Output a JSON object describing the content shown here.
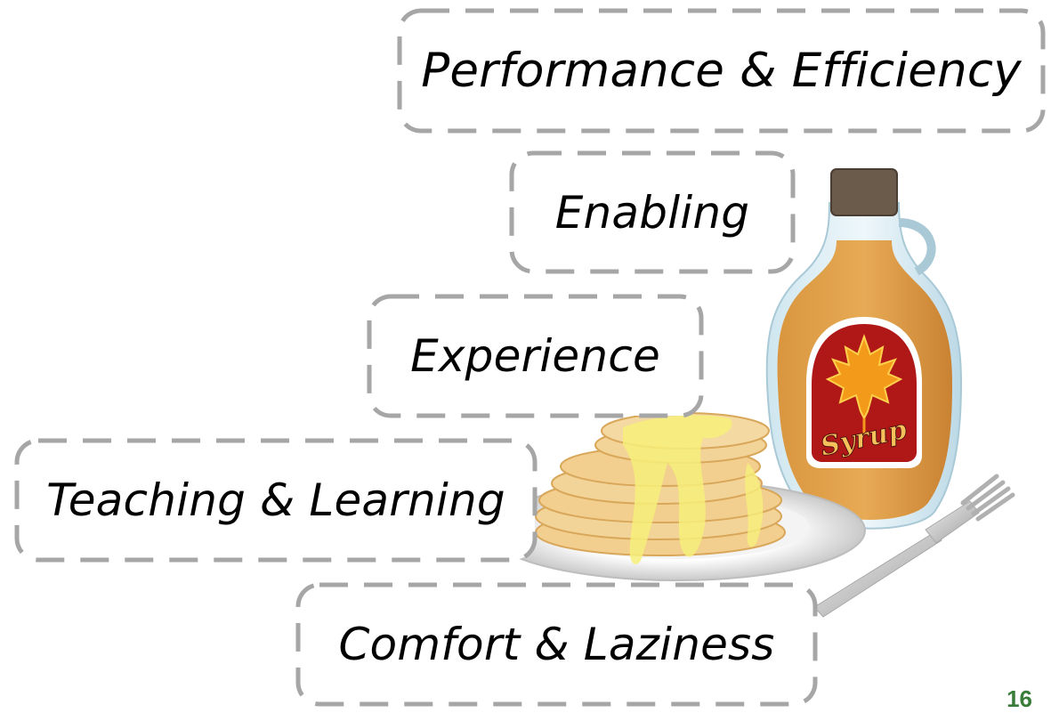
{
  "stack": {
    "items": [
      {
        "label": "Performance & Efficiency"
      },
      {
        "label": "Enabling"
      },
      {
        "label": "Experience"
      },
      {
        "label": "Teaching & Learning"
      },
      {
        "label": "Comfort & Laziness"
      }
    ],
    "border_color": "#a6a6a6"
  },
  "illustration": {
    "bottle_label": "Syrup",
    "icons": [
      "syrup-bottle-icon",
      "maple-leaf-icon",
      "pancake-stack-icon",
      "plate-icon",
      "fork-icon"
    ]
  },
  "page_number": "16",
  "colors": {
    "page_number": "#3a7d3a",
    "syrup": "#c8822c",
    "label_red": "#b01818",
    "pancake": "#f2cf8f",
    "butter": "#f6ef7a"
  }
}
